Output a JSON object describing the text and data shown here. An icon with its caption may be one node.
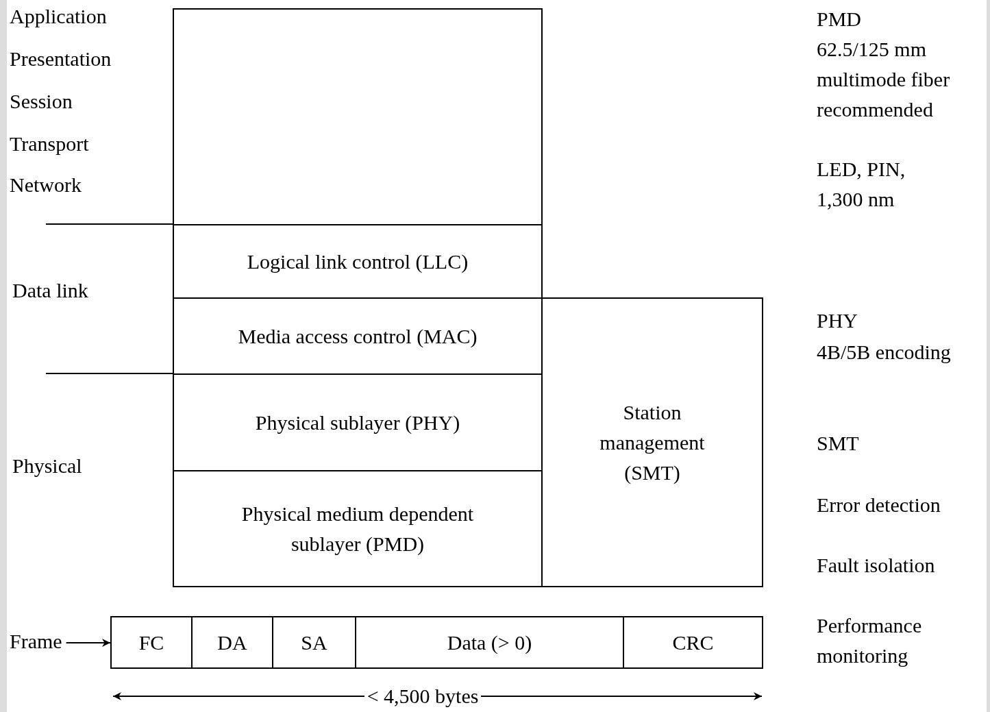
{
  "diagram": {
    "nodes": [
      {
        "text": [],
        "shape": "box"
      },
      {
        "text": [
          "Logical link control (LLC)"
        ]
      },
      {
        "text": [
          "Media access control (MAC)"
        ]
      },
      {
        "text": [
          "Physical sublayer (PHY)"
        ]
      },
      {
        "text": [
          "Physical medium dependent sublayer (PMD)"
        ]
      },
      {
        "text": [
          "Station management (SMT)"
        ]
      },
      {
        "text": [
          "Frame"
        ]
      },
      {
        "text": [
          "FC"
        ]
      },
      {
        "text": [
          "DA"
        ]
      },
      {
        "text": [
          "SA"
        ]
      },
      {
        "text": [
          "Data (> 0)"
        ]
      },
      {
        "text": [
          "CRC"
        ]
      }
    ],
    "edges": [
      {
        "from": 6,
        "to": 7,
        "arrow": "to"
      }
    ],
    "labels": [
      "Application",
      "Presentation",
      "Session",
      "Transport",
      "Network",
      "Data link",
      "Physical",
      "< 4,500 bytes",
      "PMD",
      "62.5/125 mm multimode fiber recommended",
      "LED, PIN, 1,300 nm",
      "PHY",
      "4B/5B encoding",
      "SMT",
      "Error detection",
      "Fault isolation",
      "Performance monitoring"
    ]
  }
}
